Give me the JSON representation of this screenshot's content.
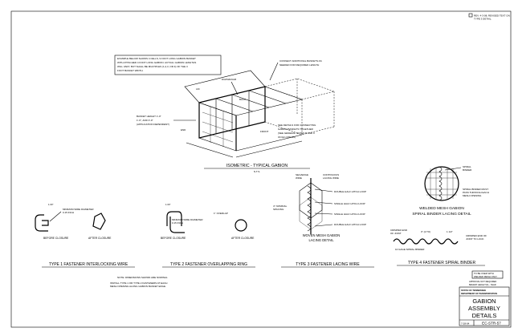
{
  "revision": {
    "line1": "REV. 4-3-08; REVISED TEXT ON",
    "line2": "TYPE 3 DETAIL."
  },
  "isometric": {
    "note_example": [
      "EXAMPLE BELOW SHOWS 4 CELLS, 9 FOOT LONG GABION BASKET",
      "WITH ATTACHED 4 FOOT LONG GABION. ACTUAL GABION LENGTHS",
      "WILL VARY, BUT SHALL BE MULTIPLES (1,2,3, OR 4) OF THE 3",
      "FOOT BASKET WIDTH."
    ],
    "note_connect": [
      "CONNECT ADDITIONAL BASKETS AS",
      "NEEDED FOR REQUIRED LENGTH"
    ],
    "note_details": [
      "SEE DETAILS FOR CONNECTING",
      "GABION BASKETS TOGETHER",
      "(SEE GENERAL NOTES B AND C",
      "ON EC-STR-55)"
    ],
    "label_diaphragm": "DIAPHRAGM",
    "label_back": "BACK",
    "label_lid": "LID",
    "label_front": "FRONT",
    "label_end": "END",
    "label_basket_height": [
      "BASKET HEIGHT 1'-0\"",
      "1'-6\", AND 3'-0\"",
      "(APPLICATION DEPENDENT)"
    ],
    "title": "ISOMETRIC - TYPICAL GABION",
    "subtitle": "N.T.S."
  },
  "type1": {
    "label_wire": [
      "MINIMUM WIRE DIAMETER",
      "0.15 INCH"
    ],
    "dim": "1.00\"",
    "before": "BEFORE CLOSURE",
    "after": "AFTER CLOSURE",
    "title": "TYPE 1 FASTENER INTERLOCKING WIRE"
  },
  "type2": {
    "label_wire": [
      "MINIMUM WIRE DIAMETER",
      "0.15 INCH"
    ],
    "label_overlap": "1\" OVERLAP",
    "dim": "1.00\"",
    "before": "BEFORE CLOSURE",
    "after": "AFTER CLOSURE",
    "title": "TYPE 2 FASTENER OVERLAPPING RING"
  },
  "type3": {
    "label_selvedge": [
      "SELVEDGE",
      "WIRE"
    ],
    "label_continuous": [
      "CONTINUOUS",
      "LACING WIRE"
    ],
    "label_double1": "DOUBLE HALF HITCH LOOP",
    "label_single": "SINGLE HALF HITCH LOOP",
    "label_spacing": [
      "4\" NOMINAL",
      "SPACING"
    ],
    "label_single2": "SINGLE HALF HITCH LOOP",
    "label_double2": "DOUBLE HALF HITCH LOOP",
    "detail_title": [
      "WOVEN MESH GABION",
      "LACING DETAIL"
    ],
    "title": "TYPE 3 FASTENER LACING WIRE"
  },
  "type4": {
    "label_spiral": [
      "SPIRAL",
      "BINDER"
    ],
    "label_binder_must": [
      "SPIRAL BINDER MUST",
      "PASS THROUGH EACH",
      "MESH OPENING"
    ],
    "detail_title": [
      "WELDED MESH GABION",
      "SPIRAL BINDER LACING DETAIL"
    ],
    "label_crimped_left": [
      "CRIMPED END",
      "OF JOINT"
    ],
    "label_dim1": "3\" (2 TO)",
    "label_dim2": "1 1/2\"",
    "label_crimped_right": [
      "CRIMPED END OF",
      "JOINT TO LOCK"
    ],
    "label_gage": "10 GAGE SPIRAL BINDER",
    "title": "TYPE 4 FASTENER SPIRAL BINDER"
  },
  "notes": {
    "dimensions": "NOTE: DIMENSIONS SHOWN ARE NOMINAL",
    "install": [
      "INSTALL TYPE 1 OR TYPE 2 FASTENERS AT EACH",
      "MESH OPENING ALONG GABION BASKET EDGE."
    ],
    "welded_only": [
      "TO BE USED WITH",
      "WELDED MESH ONLY"
    ],
    "stamp": [
      "BEVENT HEIGHT(S) - YEAR",
      "APPROVAL NOT REQUIRED"
    ]
  },
  "titleblock": {
    "state": "STATE OF TENNESSEE",
    "dept": "DEPARTMENT OF TRANSPORTATION",
    "title1": "GABION",
    "title2": "ASSEMBLY",
    "title3": "DETAILS",
    "date": "7-28-04",
    "sheet": "EC-STR-57"
  }
}
